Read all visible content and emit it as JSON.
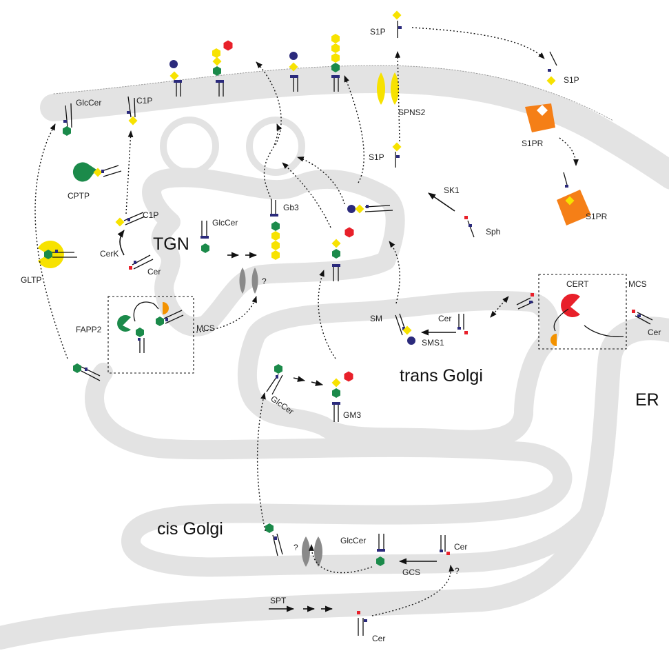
{
  "organelles": {
    "tgn": "TGN",
    "trans_golgi": "trans Golgi",
    "cis_golgi": "cis Golgi",
    "er": "ER"
  },
  "lipids": {
    "glccer_pm": "GlcCer",
    "c1p_pm": "C1P",
    "s1p_top": "S1P",
    "s1p_out": "S1P",
    "s1p_in": "S1P",
    "c1p_tgn": "C1P",
    "glccer_tgn": "GlcCer",
    "gb3": "Gb3",
    "cer_tgn": "Cer",
    "sph": "Sph",
    "cer_trans": "Cer",
    "sm": "SM",
    "cer_er": "Cer",
    "glccer_trans": "GlcCer",
    "gm3": "GM3",
    "glccer_cis": "GlcCer",
    "cer_cis": "Cer",
    "cer_bottom": "Cer"
  },
  "proteins": {
    "spns2": "SPNS2",
    "s1pr_pm": "S1PR",
    "s1pr_internal": "S1PR",
    "sk1": "SK1",
    "cptp": "CPTP",
    "cerk": "CerK",
    "gltp": "GLTP",
    "fapp2": "FAPP2",
    "cert": "CERT",
    "sms1": "SMS1",
    "gcs": "GCS",
    "spt": "SPT"
  },
  "annotations": {
    "mcs_left": "MCS",
    "mcs_right": "MCS",
    "unknown_tgn": "?",
    "unknown_cis": "?",
    "unknown_er": "?"
  },
  "colors": {
    "membrane": "#e3e3e3",
    "glucose": "#1b8a4a",
    "galactose": "#f7e200",
    "sialic_acid": "#2b2a7c",
    "fucose_like": "#e8202a",
    "s1pr": "#f57f17",
    "cert": "#e8202a",
    "orange_domain": "#f39200",
    "channel": "#8a8a8a"
  }
}
